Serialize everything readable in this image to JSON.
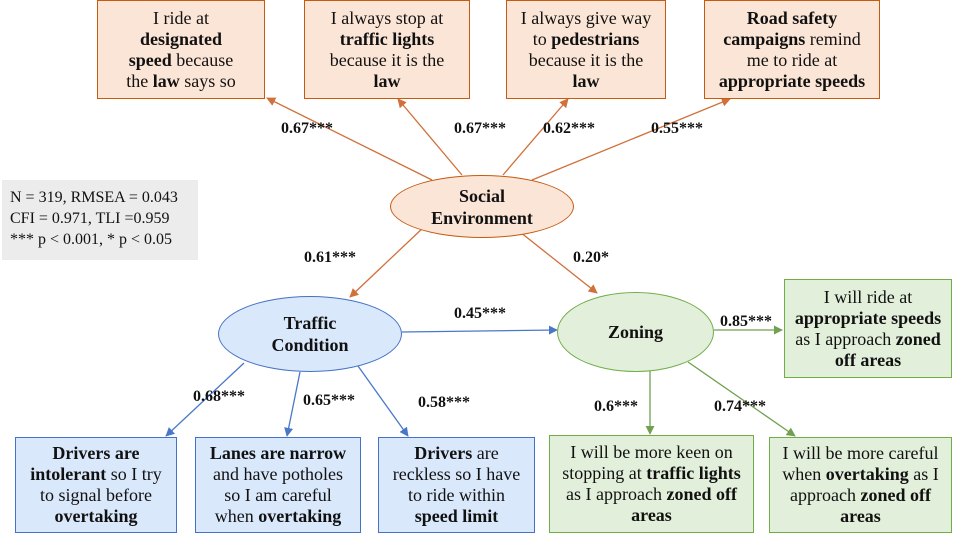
{
  "stats": {
    "line1": "N = 319, RMSEA = 0.043",
    "line2": "CFI = 0.971, TLI =0.959",
    "line3": "*** p < 0.001, * p < 0.05"
  },
  "latents": {
    "social": {
      "line1": "Social",
      "line2": "Environment"
    },
    "traffic": {
      "line1": "Traffic",
      "line2": "Condition"
    },
    "zoning": {
      "line1": "Zoning"
    }
  },
  "indicators": {
    "se1": [
      [
        "I ride at"
      ],
      [
        {
          "t": "designated",
          "b": true
        }
      ],
      [
        {
          "t": "speed",
          "b": true
        },
        " because"
      ],
      [
        "the ",
        {
          "t": "law",
          "b": true
        },
        " says so"
      ]
    ],
    "se2": [
      [
        "I always stop at"
      ],
      [
        {
          "t": "traffic lights",
          "b": true
        }
      ],
      [
        "because it is the"
      ],
      [
        {
          "t": "law",
          "b": true
        }
      ]
    ],
    "se3": [
      [
        "I always give way"
      ],
      [
        "to ",
        {
          "t": "pedestrians",
          "b": true
        }
      ],
      [
        "because it is the"
      ],
      [
        {
          "t": "law",
          "b": true
        }
      ]
    ],
    "se4": [
      [
        {
          "t": "Road safety",
          "b": true
        }
      ],
      [
        {
          "t": "campaigns",
          "b": true
        },
        " remind"
      ],
      [
        "me to ride at"
      ],
      [
        {
          "t": "appropriate speeds",
          "b": true
        }
      ]
    ],
    "tc1": [
      [
        {
          "t": "Drivers are",
          "b": true
        }
      ],
      [
        {
          "t": "intolerant",
          "b": true
        },
        " so I try"
      ],
      [
        "to signal before"
      ],
      [
        {
          "t": "overtaking",
          "b": true
        }
      ]
    ],
    "tc2": [
      [
        {
          "t": "Lanes are narrow",
          "b": true
        }
      ],
      [
        "and have potholes"
      ],
      [
        "so I am careful"
      ],
      [
        "when ",
        {
          "t": "overtaking",
          "b": true
        }
      ]
    ],
    "tc3": [
      [
        {
          "t": "Drivers",
          "b": true
        },
        " are"
      ],
      [
        "reckless so I have"
      ],
      [
        "to ride within"
      ],
      [
        {
          "t": "speed limit",
          "b": true
        }
      ]
    ],
    "zn1": [
      [
        "I will ride at"
      ],
      [
        {
          "t": "appropriate speeds",
          "b": true
        }
      ],
      [
        "as I approach ",
        {
          "t": "zoned",
          "b": true
        }
      ],
      [
        {
          "t": "off areas",
          "b": true
        }
      ]
    ],
    "zn2": [
      [
        "I will be more keen on"
      ],
      [
        "stopping at ",
        {
          "t": "traffic lights",
          "b": true
        }
      ],
      [
        "as I approach ",
        {
          "t": "zoned off",
          "b": true
        }
      ],
      [
        {
          "t": "areas",
          "b": true
        }
      ]
    ],
    "zn3": [
      [
        "I will be more careful"
      ],
      [
        "when ",
        {
          "t": "overtaking",
          "b": true
        },
        " as I"
      ],
      [
        "approach ",
        {
          "t": "zoned off",
          "b": true
        }
      ],
      [
        {
          "t": "areas",
          "b": true
        }
      ]
    ]
  },
  "coefficients": {
    "se1": "0.67***",
    "se2": "0.67***",
    "se3": "0.62***",
    "se4": "0.55***",
    "se_tc": "0.61***",
    "se_zn": "0.20*",
    "tc_zn": "0.45***",
    "tc1": "0.68***",
    "tc2": "0.65***",
    "tc3": "0.58***",
    "zn1": "0.85***",
    "zn2": "0.6***",
    "zn3": "0.74***"
  },
  "colors": {
    "orange_line": "#d0703a",
    "blue_line": "#4a78c8",
    "green_line": "#70a050"
  }
}
